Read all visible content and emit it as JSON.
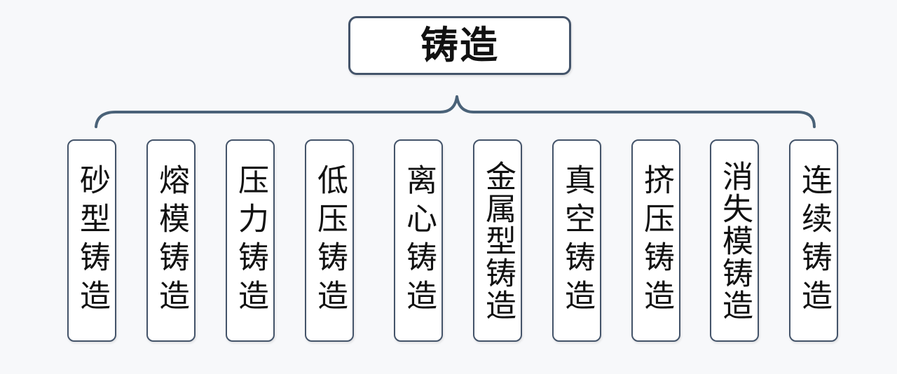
{
  "diagram": {
    "root": {
      "label": "铸造"
    },
    "children": [
      {
        "label": "砂型铸造"
      },
      {
        "label": "熔模铸造"
      },
      {
        "label": "压力铸造"
      },
      {
        "label": "低压铸造"
      },
      {
        "label": "离心铸造"
      },
      {
        "label": "金属型铸造"
      },
      {
        "label": "真空铸造"
      },
      {
        "label": "挤压铸造"
      },
      {
        "label": "消失模铸造"
      },
      {
        "label": "连续铸造"
      }
    ]
  },
  "colors": {
    "border": "#44546a",
    "brace": "#4a6278",
    "text": "#111111",
    "background": "#f7f8fa"
  }
}
